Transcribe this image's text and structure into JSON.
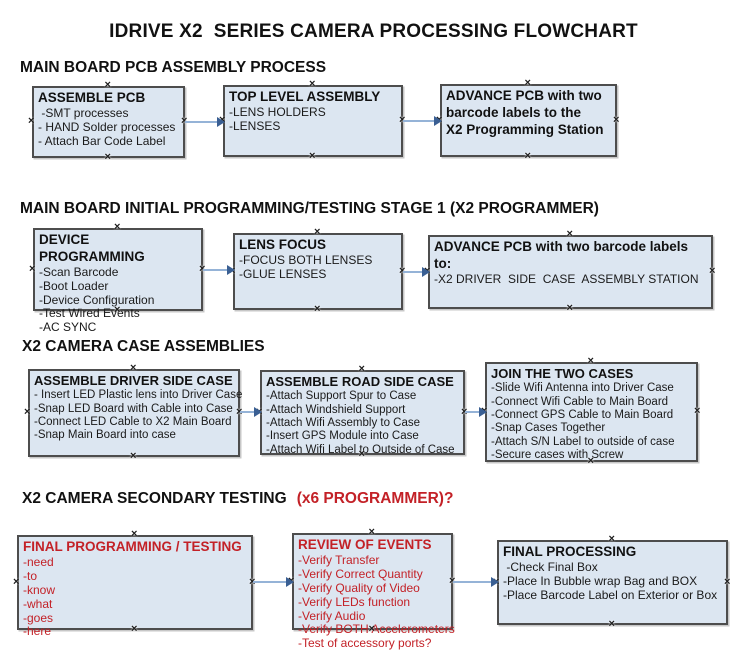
{
  "title": "IDRIVE X2  SERIES CAMERA PROCESSING FLOWCHART",
  "colors": {
    "box_fill": "#dce6f1",
    "box_border": "#4d4d4d",
    "arrow_line": "#95b3d7",
    "arrow_head": "#3a5f93",
    "red_text": "#c32127",
    "black_text": "#1a1a1a"
  },
  "sections": [
    {
      "heading": "MAIN BOARD PCB ASSEMBLY PROCESS",
      "boxes": [
        {
          "title": "ASSEMBLE PCB",
          "items": [
            " -SMT processes",
            "- HAND Solder processes",
            "- Attach Bar Code Label"
          ]
        },
        {
          "title": "TOP LEVEL ASSEMBLY",
          "items": [
            "-LENS HOLDERS",
            "-LENSES"
          ]
        },
        {
          "title": "ADVANCE PCB with two\nbarcode labels to the\n X2 Programming Station",
          "items": []
        }
      ]
    },
    {
      "heading": "MAIN BOARD INITIAL PROGRAMMING/TESTING STAGE 1 (X2 PROGRAMMER)",
      "boxes": [
        {
          "title": "DEVICE PROGRAMMING",
          "items": [
            "-Scan Barcode",
            "-Boot Loader",
            "-Device Configuration",
            "-Test Wired Events",
            "-AC SYNC"
          ]
        },
        {
          "title": "LENS FOCUS",
          "items": [
            "-FOCUS BOTH LENSES",
            "-GLUE LENSES"
          ]
        },
        {
          "title": "ADVANCE PCB with two barcode labels to:",
          "items": [
            "-X2 DRIVER  SIDE  CASE  ASSEMBLY STATION"
          ]
        }
      ]
    },
    {
      "heading": "X2 CAMERA CASE ASSEMBLIES",
      "boxes": [
        {
          "title": "ASSEMBLE DRIVER SIDE CASE",
          "items": [
            "- Insert LED Plastic lens into Driver Case",
            "-Snap LED Board with Cable into Case",
            "-Connect LED Cable to X2 Main Board",
            "-Snap Main Board into case"
          ]
        },
        {
          "title": "ASSEMBLE ROAD SIDE CASE",
          "items": [
            "-Attach Support Spur to Case",
            "-Attach Windshield Support",
            "-Attach Wifi Assembly to Case",
            "-Insert GPS Module into Case",
            "-Attach Wifi Label to Outside of Case"
          ]
        },
        {
          "title": "JOIN THE TWO CASES",
          "items": [
            "-Slide Wifi Antenna into Driver Case",
            "-Connect Wifi Cable to Main Board",
            "-Connect GPS Cable to Main Board",
            "-Snap Cases Together",
            "-Attach S/N Label to outside of case",
            "-Secure cases with Screw"
          ]
        }
      ]
    },
    {
      "heading": "X2 CAMERA SECONDARY TESTING",
      "heading_red": "(x6 PROGRAMMER)?",
      "boxes": [
        {
          "title": "FINAL PROGRAMMING / TESTING",
          "items": [
            "-need",
            "-to",
            "-know",
            "-what",
            "-goes",
            "-here"
          ]
        },
        {
          "title": "REVIEW OF EVENTS",
          "items": [
            "-Verify Transfer",
            "-Verify Correct Quantity",
            "-Verify Quality of Video",
            "-Verify LEDs function",
            "-Verify Audio",
            "-Verify BOTH Accelerometers",
            "-Test of accessory ports?"
          ]
        },
        {
          "title": "FINAL PROCESSING",
          "items": [
            " -Check Final Box",
            "-Place In Bubble wrap Bag and BOX",
            "-Place Barcode Label on Exterior or Box"
          ]
        }
      ]
    }
  ]
}
